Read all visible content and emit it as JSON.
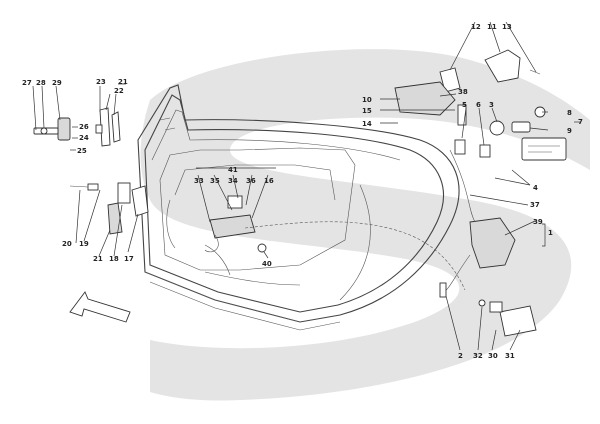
{
  "callouts": [
    {
      "id": "c1",
      "text": "1"
    },
    {
      "id": "c2",
      "text": "2"
    },
    {
      "id": "c3",
      "text": "3"
    },
    {
      "id": "c4",
      "text": "4"
    },
    {
      "id": "c5",
      "text": "5"
    },
    {
      "id": "c6",
      "text": "6"
    },
    {
      "id": "c7",
      "text": "7"
    },
    {
      "id": "c8",
      "text": "8"
    },
    {
      "id": "c9",
      "text": "9"
    },
    {
      "id": "c10",
      "text": "10"
    },
    {
      "id": "c11",
      "text": "11"
    },
    {
      "id": "c12",
      "text": "12"
    },
    {
      "id": "c13",
      "text": "13"
    },
    {
      "id": "c14",
      "text": "14"
    },
    {
      "id": "c15",
      "text": "15"
    },
    {
      "id": "c16",
      "text": "16"
    },
    {
      "id": "c17",
      "text": "17"
    },
    {
      "id": "c18",
      "text": "18"
    },
    {
      "id": "c19",
      "text": "19"
    },
    {
      "id": "c20",
      "text": "20"
    },
    {
      "id": "c21a",
      "text": "21"
    },
    {
      "id": "c21b",
      "text": "21"
    },
    {
      "id": "c22",
      "text": "22"
    },
    {
      "id": "c23",
      "text": "23"
    },
    {
      "id": "c24",
      "text": "24"
    },
    {
      "id": "c25",
      "text": "25"
    },
    {
      "id": "c26",
      "text": "26"
    },
    {
      "id": "c27",
      "text": "27"
    },
    {
      "id": "c28",
      "text": "28"
    },
    {
      "id": "c29",
      "text": "29"
    },
    {
      "id": "c30",
      "text": "30"
    },
    {
      "id": "c31",
      "text": "31"
    },
    {
      "id": "c32",
      "text": "32"
    },
    {
      "id": "c33",
      "text": "33"
    },
    {
      "id": "c34",
      "text": "34"
    },
    {
      "id": "c35",
      "text": "35"
    },
    {
      "id": "c36",
      "text": "36"
    },
    {
      "id": "c37",
      "text": "37"
    },
    {
      "id": "c38",
      "text": "38"
    },
    {
      "id": "c39",
      "text": "39"
    },
    {
      "id": "c40",
      "text": "40"
    },
    {
      "id": "c41",
      "text": "41"
    }
  ],
  "colors": {
    "watermark": "#e4e4e4",
    "line": "#333333",
    "part_fill": "#d9d9d9"
  }
}
